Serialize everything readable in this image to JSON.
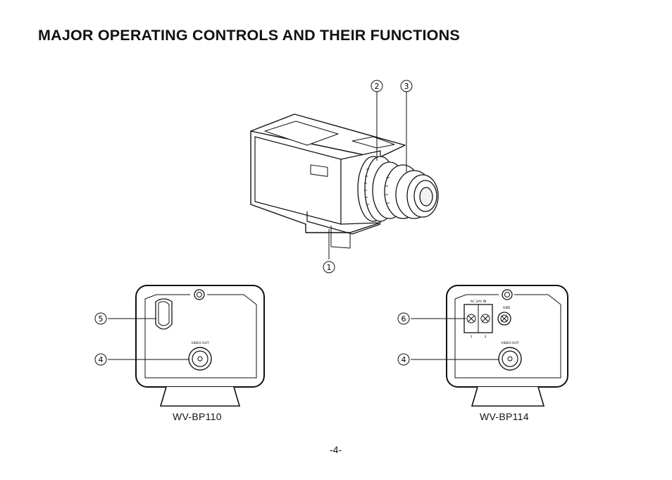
{
  "heading": "MAJOR OPERATING CONTROLS AND THEIR FUNCTIONS",
  "callouts": [
    "1",
    "2",
    "3",
    "4",
    "5",
    "6"
  ],
  "rear_panels": [
    {
      "model": "WV-BP110",
      "jack_label": "VIDEO OUT"
    },
    {
      "model": "WV-BP114",
      "jack_label": "VIDEO OUT",
      "terminal_label": "AC 24V IN",
      "terminal_numbers": [
        "1",
        "2"
      ],
      "lamp_label": "GND"
    }
  ],
  "page_number": "-4-"
}
